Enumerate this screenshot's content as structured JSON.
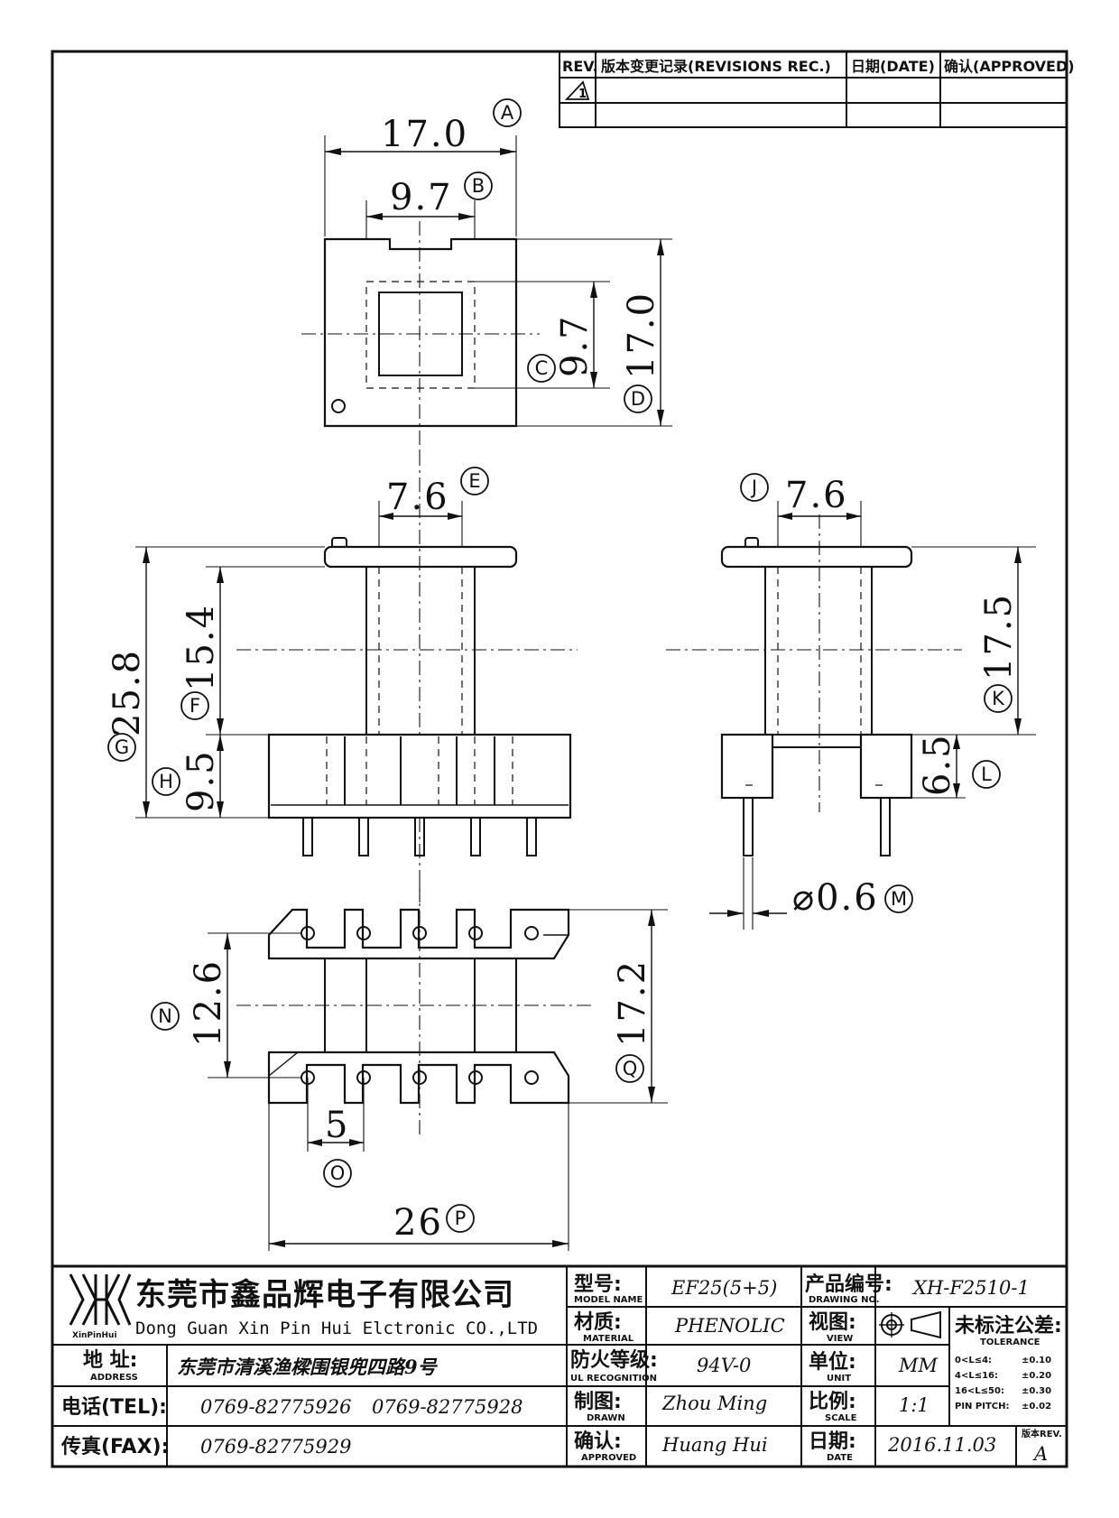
{
  "revisions": {
    "headers": {
      "rev": "REV.",
      "record": "版本变更记录(REVISIONS REC.)",
      "date": "日期(DATE)",
      "approved": "确认(APPROVED)"
    },
    "rev_mark": "1"
  },
  "dimensions": {
    "a": "17.0",
    "b": "9.7",
    "c": "9.7",
    "d": "17.0",
    "e": "7.6",
    "f": "15.4",
    "g": "25.8",
    "h": "9.5",
    "j": "7.6",
    "k": "17.5",
    "l": "6.5",
    "m": "⌀0.6",
    "n": "12.6",
    "o": "5",
    "p": "26",
    "q": "17.2"
  },
  "callouts": {
    "a": "A",
    "b": "B",
    "c": "C",
    "d": "D",
    "e": "E",
    "f": "F",
    "g": "G",
    "h": "H",
    "j": "J",
    "k": "K",
    "l": "L",
    "m": "M",
    "n": "N",
    "o": "O",
    "p": "P",
    "q": "Q"
  },
  "title_block": {
    "company_cn": "东莞市鑫品辉电子有限公司",
    "company_en": "Dong Guan Xin Pin Hui Elctronic CO.,LTD",
    "logo_text": "XinPinHui",
    "address_label": "地  址:",
    "address_sub": "ADDRESS",
    "address": "东莞市清溪渔樑围银兜四路9号",
    "tel_label": "电话(TEL):",
    "tel1": "0769-82775926",
    "tel2": "0769-82775928",
    "fax_label": "传真(FAX):",
    "fax": "0769-82775929",
    "model_label": "型号:",
    "model_sub": "MODEL NAME",
    "model": "EF25(5+5)",
    "material_label": "材质:",
    "material_sub": "MATERIAL",
    "material": "PHENOLIC",
    "fire_label": "防火等级:",
    "fire_sub": "UL RECOGNITION",
    "fire": "94V-0",
    "drawn_label": "制图:",
    "drawn_sub": "DRAWN",
    "drawn": "Zhou Ming",
    "approved_label": "确认:",
    "approved_sub": "APPROVED",
    "approved": "Huang Hui",
    "drawing_no_label": "产品编号:",
    "drawing_no_sub": "DRAWING NO.",
    "drawing_no": "XH-F2510-1",
    "view_label": "视图:",
    "view_sub": "VIEW",
    "unit_label": "单位:",
    "unit_sub": "UNIT",
    "unit": "MM",
    "scale_label": "比例:",
    "scale_sub": "SCALE",
    "scale": "1:1",
    "date_label": "日期:",
    "date_sub": "DATE",
    "date": "2016.11.03",
    "tolerance_label": "未标注公差:",
    "tolerance_sub": "TOLERANCE",
    "tolerance_rows": [
      {
        "range": "0<L≤4:",
        "value": "±0.10"
      },
      {
        "range": "4<L≤16:",
        "value": "±0.20"
      },
      {
        "range": "16<L≤50:",
        "value": "±0.30"
      },
      {
        "range": "PIN PITCH:",
        "value": "±0.02"
      }
    ],
    "rev_label": "版本REV.",
    "rev": "A"
  }
}
